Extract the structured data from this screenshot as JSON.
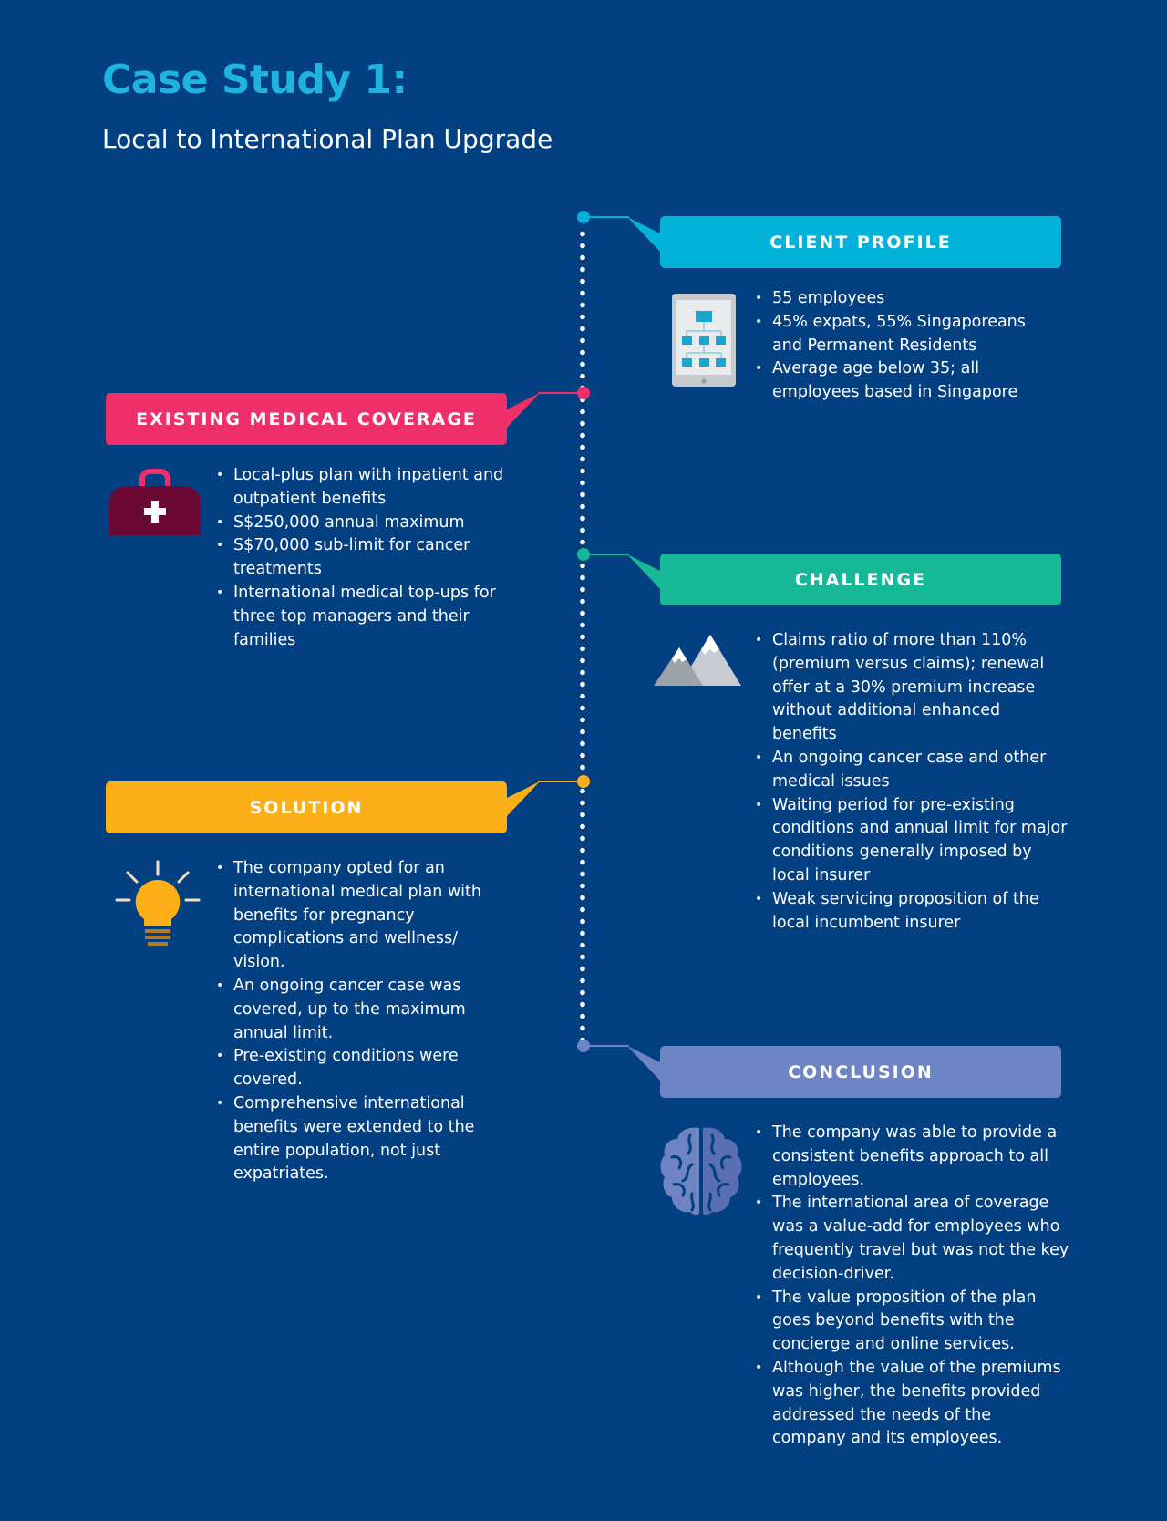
{
  "title": "Case Study 1:",
  "subtitle": "Local to International Plan Upgrade",
  "colors": {
    "background": "#034082",
    "title": "#1fb3e0",
    "client_profile": "#03b2d8",
    "existing_coverage": "#ef2f6a",
    "challenge": "#17b897",
    "solution": "#fcaf17",
    "conclusion": "#6f84c2"
  },
  "sections": {
    "client_profile": {
      "label": "CLIENT PROFILE",
      "icon": "org-chart-tablet-icon",
      "items": [
        "55 employees",
        "45% expats, 55% Singaporeans and Permanent Residents",
        "Average age below 35; all employees based in Singapore"
      ]
    },
    "existing_coverage": {
      "label": "EXISTING MEDICAL COVERAGE",
      "icon": "medical-bag-icon",
      "items": [
        "Local-plus plan with inpatient and outpatient benefits",
        "S$250,000 annual maximum",
        "S$70,000 sub-limit for cancer treatments",
        "International medical top-ups for three top managers and their families"
      ]
    },
    "challenge": {
      "label": "CHALLENGE",
      "icon": "mountains-icon",
      "items": [
        "Claims ratio of more than 110% (premium versus claims); renewal offer at a 30% premium increase without additional enhanced benefits",
        "An ongoing cancer case and other medical issues",
        "Waiting period for pre-existing conditions and annual limit for major conditions generally imposed by local insurer",
        "Weak servicing proposition of the local incumbent insurer"
      ]
    },
    "solution": {
      "label": "SOLUTION",
      "icon": "lightbulb-icon",
      "items": [
        "The company opted for an international medical plan with benefits for pregnancy complications and wellness/ vision.",
        "An ongoing cancer case was covered, up to the maximum annual limit.",
        "Pre-existing conditions were covered.",
        "Comprehensive international benefits were extended to the entire population, not just expatriates."
      ]
    },
    "conclusion": {
      "label": "CONCLUSION",
      "icon": "brain-icon",
      "items": [
        "The company was able to provide a consistent benefits approach to all employees.",
        "The international area of coverage was a value-add for employees who frequently travel but was not the key decision-driver.",
        "The value proposition of the plan goes beyond benefits with the concierge and online services.",
        "Although the value of the premiums was higher, the benefits provided addressed the needs of the company and its employees."
      ]
    }
  }
}
